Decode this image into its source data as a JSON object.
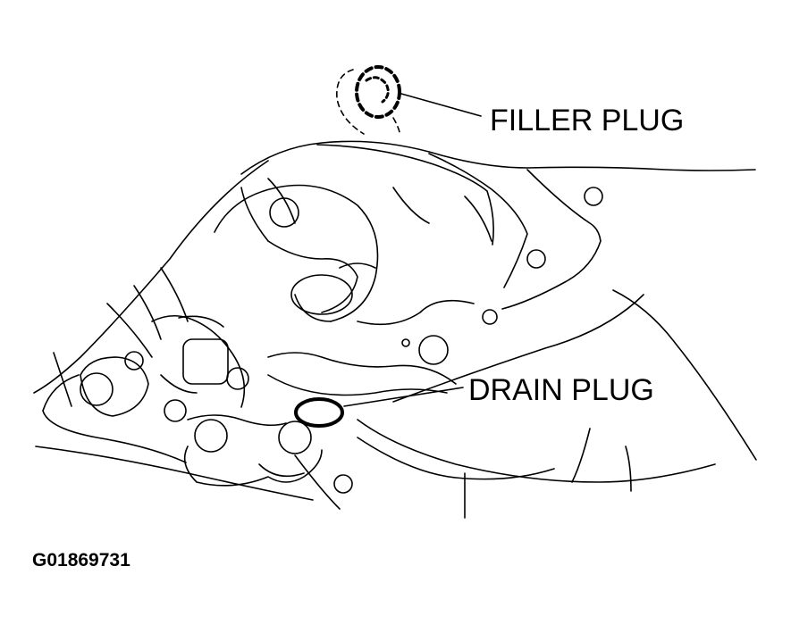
{
  "labels": {
    "filler_plug": "FILLER PLUG",
    "drain_plug": "DRAIN PLUG",
    "figure_id": "G01869731"
  },
  "colors": {
    "ink": "#000000",
    "paper": "#ffffff"
  },
  "icons": {
    "filler_plug": "dashed-circle-icon",
    "drain_plug": "solid-ellipse-icon"
  }
}
